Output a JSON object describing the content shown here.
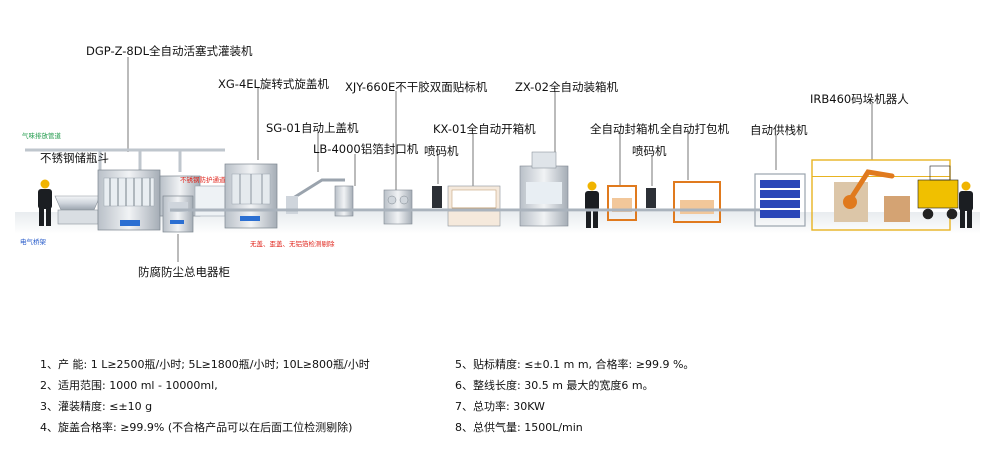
{
  "machines": {
    "filler": "DGP-Z-8DL全自动活塞式灌装机",
    "capper": "XG-4EL旋转式旋盖机",
    "labeler": "XJY-660E不干胶双面贴标机",
    "case_packer": "ZX-02全自动装箱机",
    "cap_feeder": "SG-01自动上盖机",
    "carton_erector": "KX-01全自动开箱机",
    "sealer": "全自动封箱机",
    "strapper": "全自动打包机",
    "pallet_feeder": "自动供栈机",
    "foil_sealer": "LB-4000铝箔封口机",
    "inkjet_1": "喷码机",
    "inkjet_2": "喷码机",
    "hopper": "不锈钢储瓶斗",
    "robot": "IRB460码垛机器人",
    "cabinet": "防腐防尘总电器柜"
  },
  "notes": {
    "exhaust_pipe": "气味排放管道",
    "cable_tray": "电气桥架",
    "guard_channel": "不锈钢防护通道",
    "inspection": "无盖、歪盖、无铝箔检测剔除"
  },
  "specs": {
    "left": [
      "1、产 能: 1 L≥2500瓶/小时; 5L≥1800瓶/小时; 10L≥800瓶/小时",
      "2、适用范围: 1000 ml - 10000ml,",
      "3、灌装精度: ≤±10 g",
      "4、旋盖合格率: ≥99.9% (不合格产品可以在后面工位检测剔除)"
    ],
    "right": [
      "5、贴标精度: ≤±0.1 m m, 合格率: ≥99.9 %。",
      "6、整线长度: 30.5 m 最大的宽度6 m。",
      "7、总功率: 30KW",
      "8、总供气量: 1500L/min"
    ]
  },
  "colors": {
    "accent_green": "#1f9a4a",
    "accent_blue": "#1f55c8",
    "accent_red": "#e0241b",
    "pallet_blue": "#2a46b8",
    "robot_orange": "#e07a1e",
    "frame_yellow": "#e8b321"
  }
}
